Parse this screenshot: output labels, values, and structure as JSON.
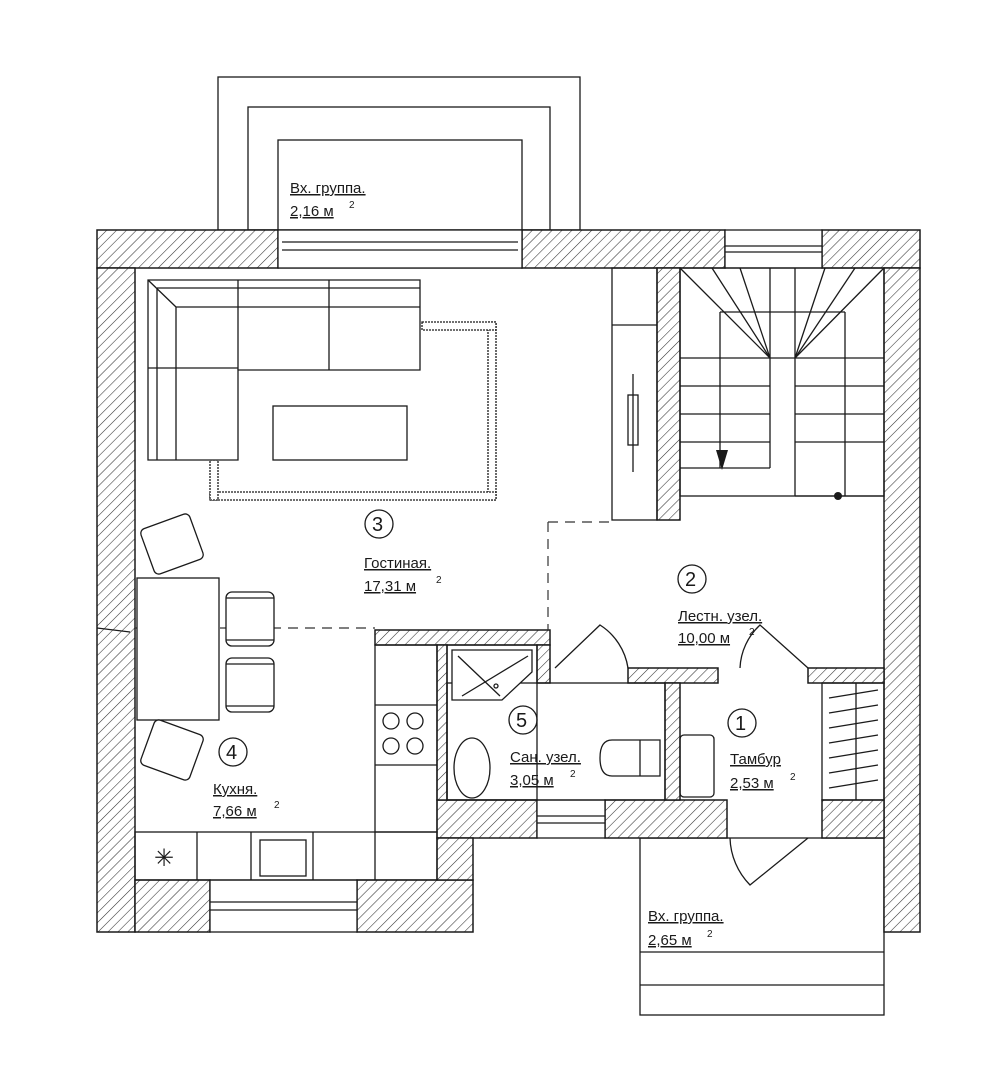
{
  "rooms": [
    {
      "number": "1",
      "name": "Тамбур",
      "area": "2,53 м",
      "unit_sup": "2"
    },
    {
      "number": "2",
      "name": "Лестн. узел.",
      "area": "10,00 м",
      "unit_sup": "2"
    },
    {
      "number": "3",
      "name": "Гостиная.",
      "area": "17,31 м",
      "unit_sup": "2"
    },
    {
      "number": "4",
      "name": "Кухня.",
      "area": "7,66 м",
      "unit_sup": "2"
    },
    {
      "number": "5",
      "name": "Сан. узел.",
      "area": "3,05 м",
      "unit_sup": "2"
    }
  ],
  "entrances": [
    {
      "name": "Вх. группа.",
      "area": "2,16 м",
      "unit_sup": "2"
    },
    {
      "name": "Вх. группа.",
      "area": "2,65 м",
      "unit_sup": "2"
    }
  ]
}
